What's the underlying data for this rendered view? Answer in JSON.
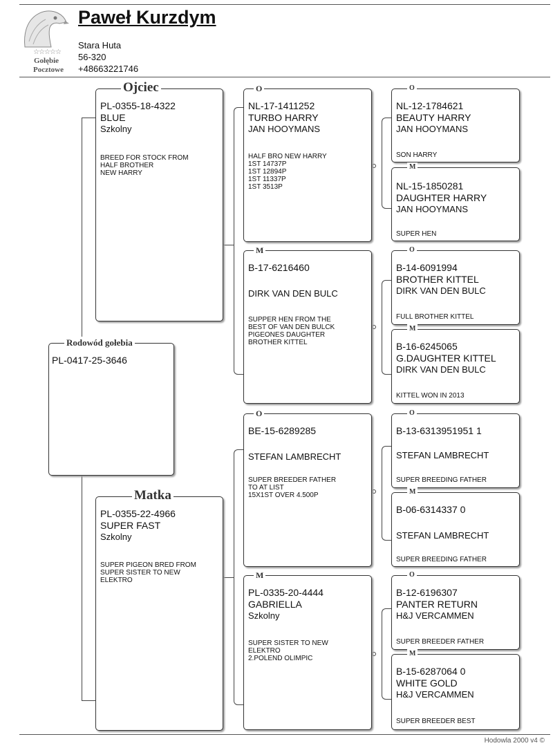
{
  "owner": {
    "name": "Paweł Kurzdym",
    "city": "Stara Huta",
    "zip": "56-320",
    "phone": "+48663221746",
    "logo_line1": "Gołębie",
    "logo_line2": "Pocztowe",
    "logo_stars": "☆☆☆☆☆"
  },
  "pigeon": {
    "label": "Rodowód gołebia",
    "ring": "PL-0417-25-3646"
  },
  "father": {
    "label": "Ojciec",
    "ring": "PL-0355-18-4322",
    "name": "BLUE",
    "breeder": "Szkolny",
    "desc": "BREED FOR STOCK FROM\nHALF BROTHER\nNEW HARRY"
  },
  "mother": {
    "label": "Matka",
    "ring": "PL-0355-22-4966",
    "name": "SUPER FAST",
    "breeder": "Szkolny",
    "desc": "SUPER PIGEON BRED FROM\nSUPER SISTER TO NEW\nELEKTRO"
  },
  "ff": {
    "label": "O",
    "ring": "NL-17-1411252",
    "name": "TURBO HARRY",
    "breeder": "JAN HOOYMANS",
    "desc": "HALF BRO NEW HARRY\n1ST 14737P\n1ST 12894P\n1ST 11337P\n1ST 3513P"
  },
  "fm": {
    "label": "M",
    "ring": "B-17-6216460",
    "name": "",
    "breeder": "DIRK VAN DEN BULC",
    "desc": "SUPPER HEN FROM THE\nBEST OF VAN DEN BULCK\nPIGEONES DAUGHTER\nBROTHER KITTEL"
  },
  "mf": {
    "label": "O",
    "ring": "BE-15-6289285",
    "name": "",
    "breeder": "STEFAN LAMBRECHT",
    "desc": "SUPER BREEDER FATHER\nTO AT LIST\n15X1ST OVER 4.500P"
  },
  "mm": {
    "label": "M",
    "ring": "PL-0335-20-4444",
    "name": "GABRIELLA",
    "breeder": "Szkolny",
    "desc": "SUPER SISTER TO NEW\nELEKTRO\n2.POLEND OLIMPIC"
  },
  "fff": {
    "label": "O",
    "ring": "NL-12-1784621",
    "name": "BEAUTY HARRY",
    "breeder": "JAN HOOYMANS",
    "desc": "SON HARRY"
  },
  "ffm": {
    "label": "M",
    "ring": "NL-15-1850281",
    "name": "DAUGHTER HARRY",
    "breeder": "JAN HOOYMANS",
    "desc": "SUPER HEN"
  },
  "fmf": {
    "label": "O",
    "ring": "B-14-6091994",
    "name": "BROTHER KITTEL",
    "breeder": "DIRK VAN DEN BULC",
    "desc": "FULL BROTHER KITTEL"
  },
  "fmm": {
    "label": "M",
    "ring": "B-16-6245065",
    "name": "G.DAUGHTER KITTEL",
    "breeder": "DIRK VAN DEN BULC",
    "desc": "KITTEL WON IN 2013"
  },
  "mff": {
    "label": "O",
    "ring": "B-13-6313951951 1",
    "name": "",
    "breeder": "STEFAN LAMBRECHT",
    "desc": "SUPER BREEDING FATHER"
  },
  "mfm": {
    "label": "M",
    "ring": "B-06-6314337 0",
    "name": "",
    "breeder": "STEFAN LAMBRECHT",
    "desc": "SUPER BREEDING FATHER"
  },
  "mmf": {
    "label": "O",
    "ring": "B-12-6196307",
    "name": "PANTER RETURN",
    "breeder": "H&J VERCAMMEN",
    "desc": "SUPER BREEDER FATHER"
  },
  "mmm": {
    "label": "M",
    "ring": "B-15-6287064 0",
    "name": "WHITE GOLD",
    "breeder": "H&J VERCAMMEN",
    "desc": "SUPER BREEDER BEST"
  },
  "footer": "Hodowla 2000 v4 ©"
}
